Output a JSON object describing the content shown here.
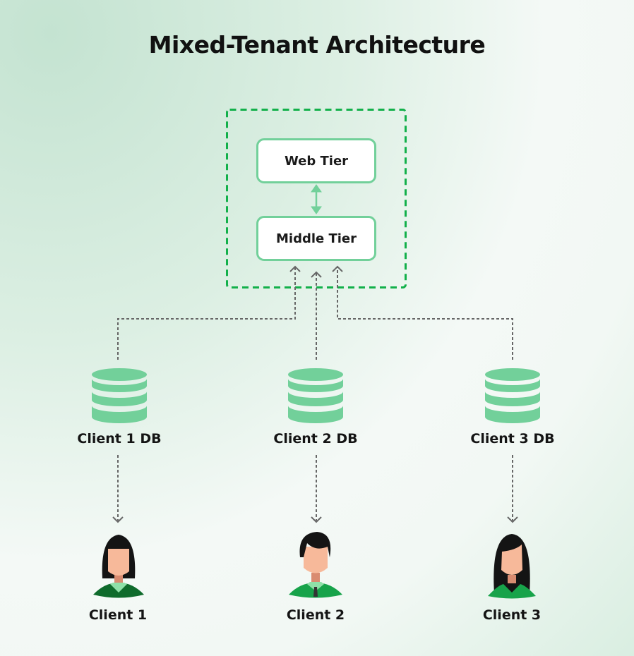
{
  "title": "Mixed-Tenant Architecture",
  "tiers": {
    "web": "Web Tier",
    "middle": "Middle Tier"
  },
  "databases": [
    {
      "label": "Client 1 DB"
    },
    {
      "label": "Client 2 DB"
    },
    {
      "label": "Client 3 DB"
    }
  ],
  "clients": [
    {
      "label": "Client 1"
    },
    {
      "label": "Client 2"
    },
    {
      "label": "Client 3"
    }
  ],
  "colors": {
    "dashed_border": "#12b04a",
    "tier_border": "#72d09a",
    "db_fill": "#72d09a",
    "connector": "#666666"
  }
}
